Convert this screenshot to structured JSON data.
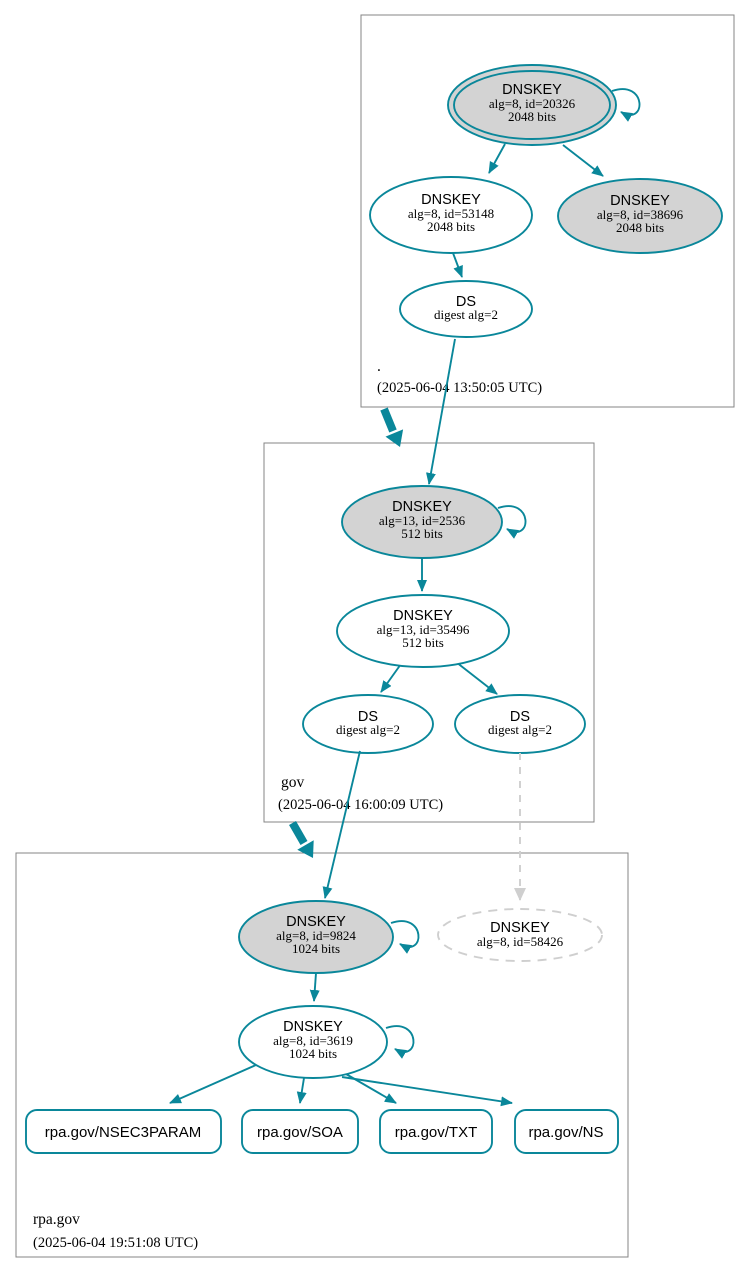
{
  "colors": {
    "secure": "#0a879a",
    "ksk_fill": "#d3d3d3",
    "node_fill": "#ffffff",
    "insecure": "#cfcfcf",
    "box_border": "#848484",
    "text": "#000000"
  },
  "zones": [
    {
      "label": ".",
      "timestamp": "(2025-06-04 13:50:05 UTC)",
      "nodes": {
        "ksk": {
          "title": "DNSKEY",
          "alg": "alg=8, id=20326",
          "bits": "2048 bits"
        },
        "zsk": {
          "title": "DNSKEY",
          "alg": "alg=8, id=53148",
          "bits": "2048 bits"
        },
        "key3": {
          "title": "DNSKEY",
          "alg": "alg=8, id=38696",
          "bits": "2048 bits"
        },
        "ds": {
          "title": "DS",
          "digest": "digest alg=2"
        }
      }
    },
    {
      "label": "gov",
      "timestamp": "(2025-06-04 16:00:09 UTC)",
      "nodes": {
        "ksk": {
          "title": "DNSKEY",
          "alg": "alg=13, id=2536",
          "bits": "512 bits"
        },
        "zsk": {
          "title": "DNSKEY",
          "alg": "alg=13, id=35496",
          "bits": "512 bits"
        },
        "ds1": {
          "title": "DS",
          "digest": "digest alg=2"
        },
        "ds2": {
          "title": "DS",
          "digest": "digest alg=2"
        }
      }
    },
    {
      "label": "rpa.gov",
      "timestamp": "(2025-06-04 19:51:08 UTC)",
      "nodes": {
        "ksk": {
          "title": "DNSKEY",
          "alg": "alg=8, id=9824",
          "bits": "1024 bits"
        },
        "zsk": {
          "title": "DNSKEY",
          "alg": "alg=8, id=3619",
          "bits": "1024 bits"
        },
        "insecure": {
          "title": "DNSKEY",
          "alg": "alg=8, id=58426"
        }
      },
      "rrsets": [
        {
          "label": "rpa.gov/NSEC3PARAM"
        },
        {
          "label": "rpa.gov/SOA"
        },
        {
          "label": "rpa.gov/TXT"
        },
        {
          "label": "rpa.gov/NS"
        }
      ]
    }
  ]
}
